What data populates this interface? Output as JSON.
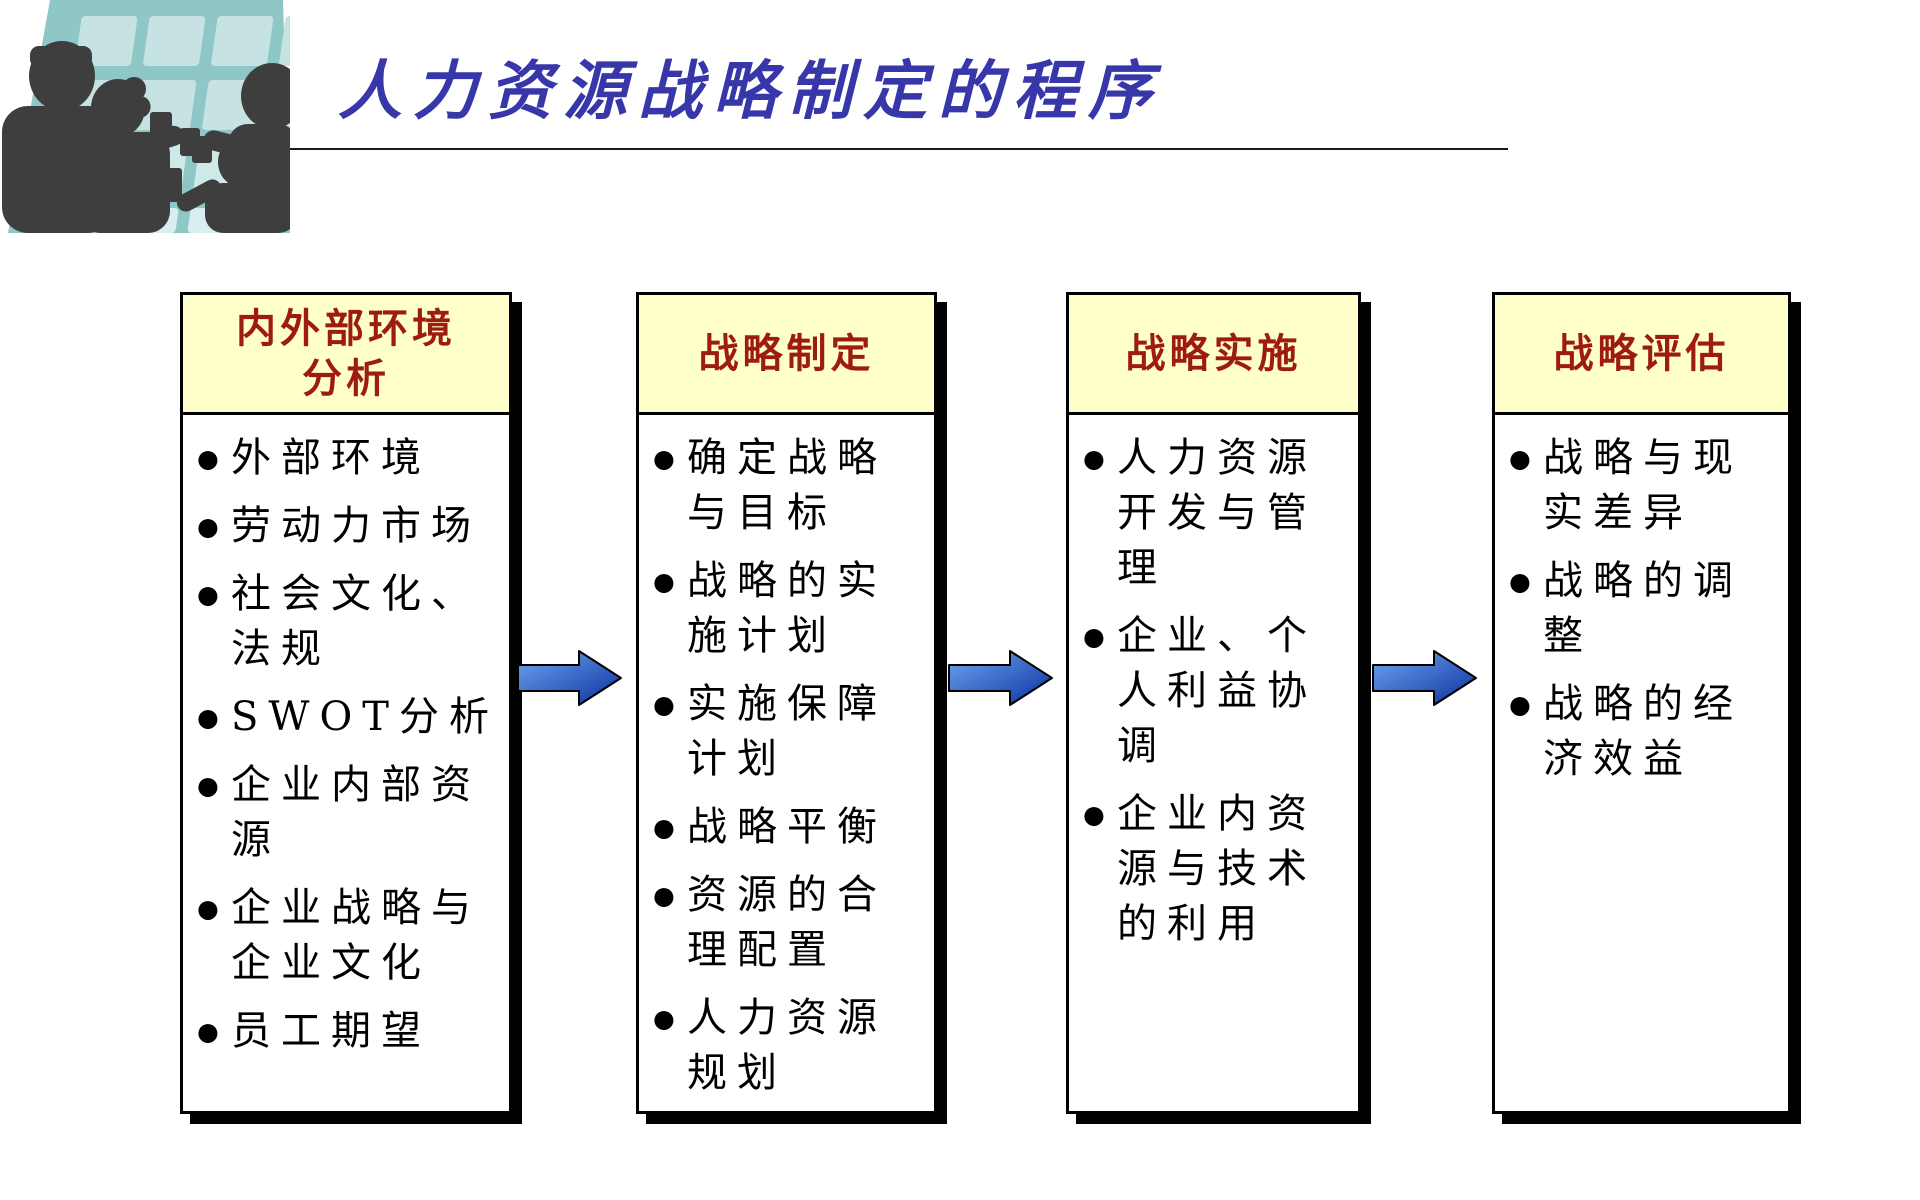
{
  "slide": {
    "title": "人力资源战略制定的程序"
  },
  "flow": {
    "bullet_glyph": "●",
    "stages": [
      {
        "header": "内外部环境分析",
        "items": [
          "外部环境",
          "劳动力市场",
          "社会文化、法规",
          "SWOT分析",
          "企业内部资源",
          "企业战略与企业文化",
          "员工期望"
        ]
      },
      {
        "header": "战略制定",
        "items": [
          "确定战略与目标",
          "战略的实施计划",
          "实施保障计划",
          "战略平衡",
          "资源的合理配置",
          "人力资源规划"
        ]
      },
      {
        "header": "战略实施",
        "items": [
          "人力资源开发与管理",
          "企业、个人利益协调",
          "企业内资源与技术的利用"
        ]
      },
      {
        "header": "战略评估",
        "items": [
          "战略与现实差异",
          "战略的调整",
          "战略的经济效益"
        ]
      }
    ]
  },
  "icons": {
    "clipart": "people-toasting-in-front-of-window-silhouette",
    "arrow": "right-block-arrow"
  },
  "colors": {
    "title_text": "#3737AA",
    "rule": "#1A1A1A",
    "header_bg": "#FFFFCC",
    "header_text": "#9E1B12",
    "body_text": "#000000",
    "box_border": "#000000",
    "arrow_gradient_start": "#6FA8F0",
    "arrow_gradient_end": "#0A2FA0",
    "clipart_wall": "#8FC7C7",
    "clipart_pane": "#C6E2E2",
    "clipart_silhouette": "#3E3E3E"
  }
}
